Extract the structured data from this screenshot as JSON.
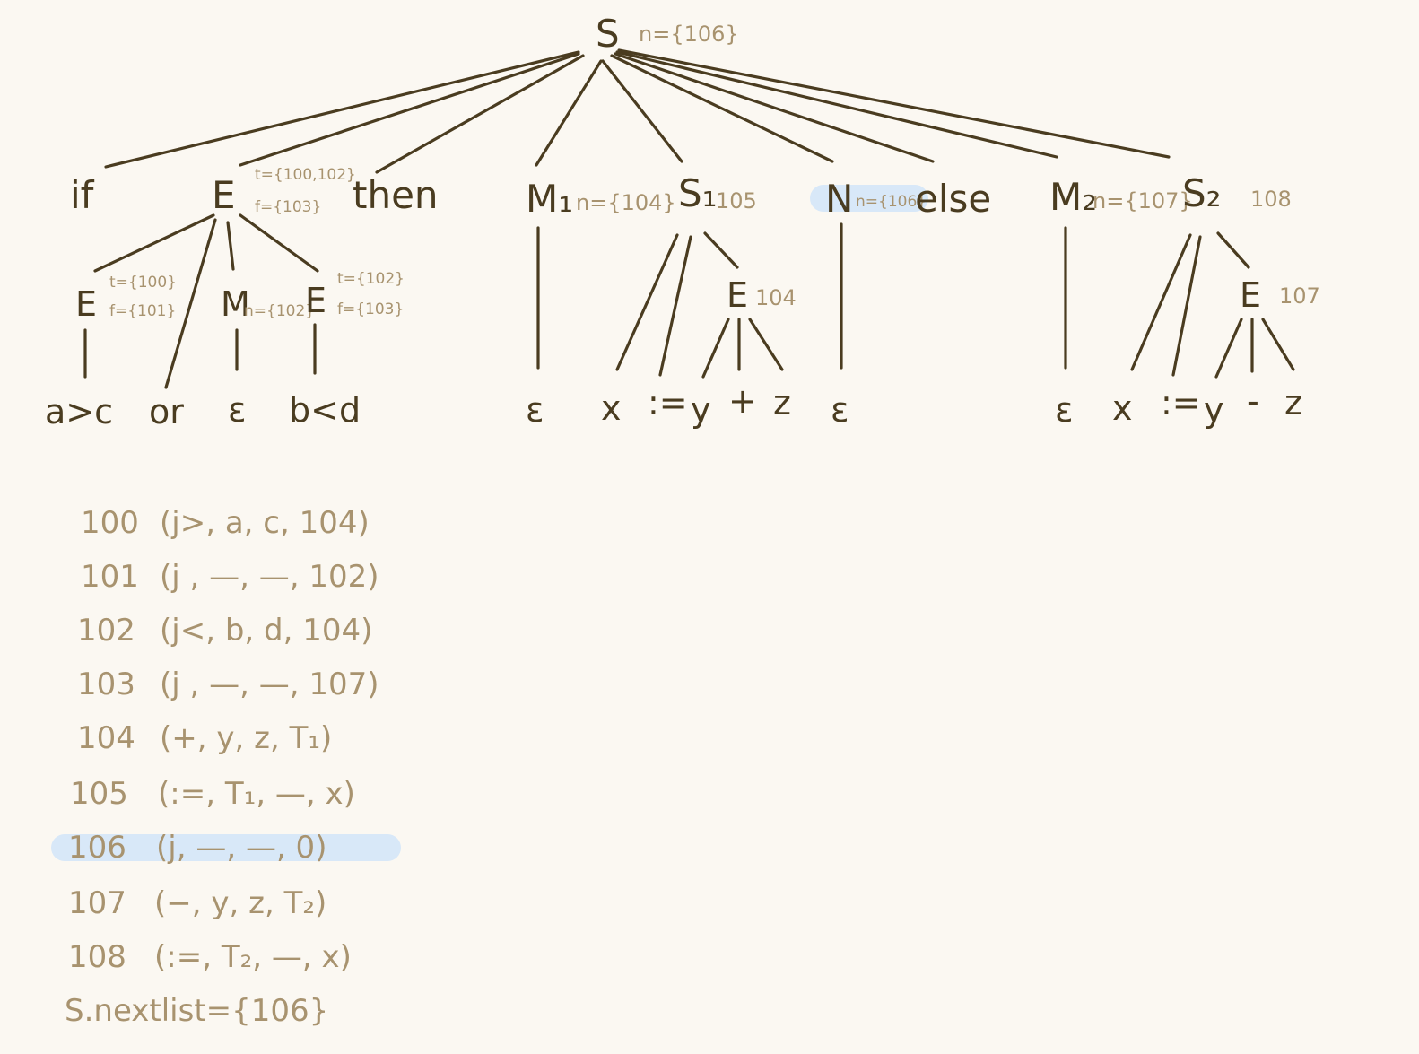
{
  "tree": {
    "root": {
      "label": "S",
      "annotation": "n={106}"
    },
    "level1": {
      "if": "if",
      "E": {
        "label": "E",
        "ann_t": "t={100,102}",
        "ann_f": "f={103}"
      },
      "then": "then",
      "M1": {
        "label": "M₁",
        "annotation": "n={104}"
      },
      "S1": {
        "label": "S₁",
        "annotation": "105"
      },
      "N": {
        "label": "N",
        "annotation": "n={106}"
      },
      "else": "else",
      "M2": {
        "label": "M₂",
        "annotation": "n={107}"
      },
      "S2": {
        "label": "S₂",
        "annotation": "108"
      }
    },
    "level2": {
      "E_left": {
        "label": "E",
        "ann_t": "t={100}",
        "ann_f": "f={101}"
      },
      "M": {
        "label": "M",
        "annotation": "n={102}"
      },
      "E_right": {
        "label": "E",
        "ann_t": "t={102}",
        "ann_f": "f={103}"
      },
      "E_s1": {
        "label": "E",
        "annotation": "104"
      },
      "E_s2": {
        "label": "E",
        "annotation": "107"
      }
    },
    "leaves": {
      "a_gt_c": "a>c",
      "or": "or",
      "eps1": "ε",
      "b_lt_d": "b<d",
      "eps_m1": "ε",
      "x1": "x",
      "assign1": ":=",
      "y1": "y",
      "plus": "+",
      "z1": "z",
      "eps_n": "ε",
      "eps_m2": "ε",
      "x2": "x",
      "assign2": ":=",
      "y2": "y",
      "minus": "-",
      "z2": "z"
    }
  },
  "quadruples": [
    {
      "num": "100",
      "code": "(j>, a, c, 104)"
    },
    {
      "num": "101",
      "code": "(j , —, —, 102)"
    },
    {
      "num": "102",
      "code": "(j<, b, d, 104)"
    },
    {
      "num": "103",
      "code": "(j , —, —, 107)"
    },
    {
      "num": "104",
      "code": "(+, y, z, T₁)"
    },
    {
      "num": "105",
      "code": "(:=, T₁, —, x)"
    },
    {
      "num": "106",
      "code": "(j, —, —, 0)"
    },
    {
      "num": "107",
      "code": "(−, y, z, T₂)"
    },
    {
      "num": "108",
      "code": "(:=, T₂, —, x)"
    }
  ],
  "nextlist": "S.nextlist={106}",
  "colors": {
    "ink": "#4a3c20",
    "annotation": "#a8936f",
    "highlight": "#d8e8f8"
  }
}
